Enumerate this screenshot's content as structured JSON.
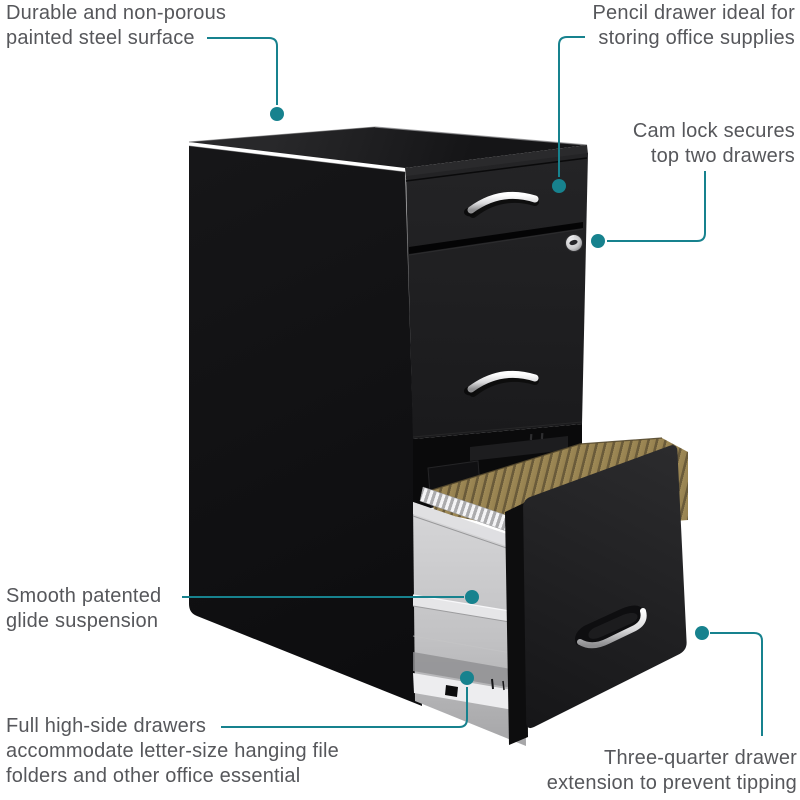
{
  "background": "#FFFFFF",
  "accent_color": "#17828E",
  "text_color": "#56575B",
  "callouts": {
    "durable": {
      "lines": [
        "Durable and non-porous",
        "painted steel surface"
      ]
    },
    "pencil_drawer": {
      "lines": [
        "Pencil drawer ideal for",
        "storing office supplies"
      ]
    },
    "cam_lock": {
      "lines": [
        "Cam lock secures",
        "top two drawers"
      ]
    },
    "glide": {
      "lines": [
        "Smooth patented",
        "glide suspension"
      ]
    },
    "high_side_drawers": {
      "lines": [
        "Full high-side drawers",
        "accommodate letter-size hanging file",
        "folders and other office essential"
      ]
    },
    "drawer_extension": {
      "lines": [
        "Three-quarter drawer",
        "extension to prevent tipping"
      ]
    }
  },
  "product_colors": {
    "cabinet_black": "#1B1B1D",
    "drawer_body_silver": "#C2C2C4",
    "hanging_files_tan": "#9A8757",
    "handle_chrome": "#D9D9DB",
    "lock_silver": "#C9C9CB"
  }
}
